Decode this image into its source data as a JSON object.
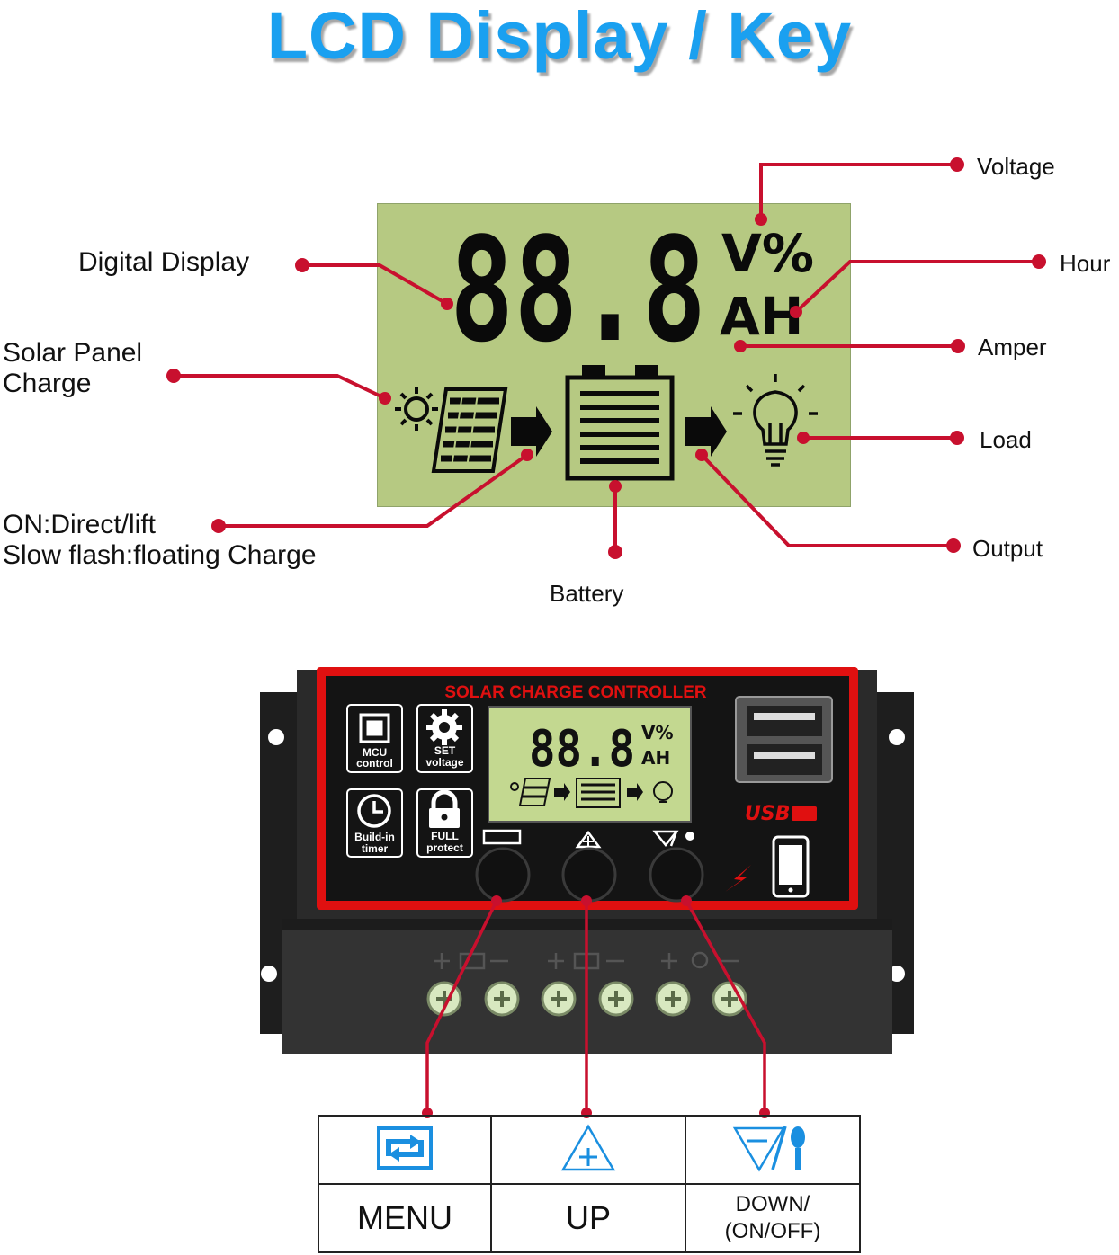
{
  "title": "LCD Display / Key",
  "lcd_labels": {
    "voltage": "Voltage",
    "hour": "Hour",
    "amper": "Amper",
    "load": "Load",
    "output": "Output",
    "battery": "Battery",
    "digital_display": "Digital Display",
    "solar_panel_charge": "Solar Panel\nCharge",
    "charge_state_line1": "ON:Direct/lift",
    "charge_state_line2": "Slow flash:floating Charge"
  },
  "lcd": {
    "digits": "88.8",
    "units_top": "V%",
    "units_bottom": "AH"
  },
  "controller": {
    "header": "SOLAR CHARGE CONTROLLER",
    "feature_mcu_line1": "MCU",
    "feature_mcu_line2": "control",
    "feature_set_line1": "SET",
    "feature_set_line2": "voltage",
    "feature_timer_line1": "Build-in",
    "feature_timer_line2": "timer",
    "feature_protect_line1": "FULL",
    "feature_protect_line2": "protect",
    "usb_label": "USB",
    "mini_digits": "88.8",
    "mini_units_top": "V%",
    "mini_units_bottom": "AH"
  },
  "keys": [
    {
      "name": "MENU",
      "icon": "menu-cycle-icon"
    },
    {
      "name": "UP",
      "icon": "up-triangle-icon"
    },
    {
      "name": "DOWN/\n(ON/OFF)",
      "icon": "down-onoff-icon"
    }
  ],
  "colors": {
    "title": "#1aa0f0",
    "callout": "#c8102e",
    "lcd_bg": "#b6c982",
    "controller_red": "#e01010",
    "key_icon": "#1a8fe0"
  }
}
